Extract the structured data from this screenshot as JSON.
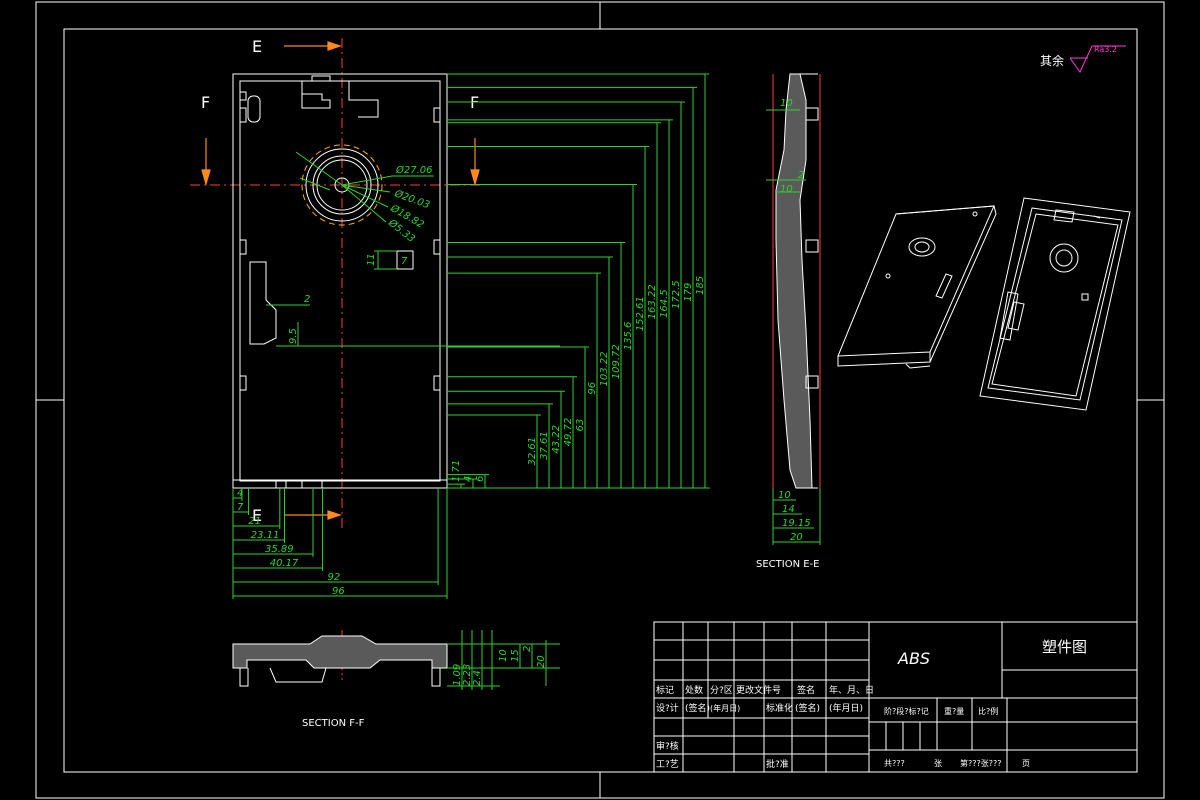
{
  "colors": {
    "background": "#000000",
    "outline": "#ffffff",
    "dimension": "#2bd42b",
    "center_line": "#ff3b3b",
    "section_arrow": "#ff8a1c",
    "roughness": "#ff3bd0"
  },
  "section_marks": {
    "e_top": "E",
    "e_bottom": "E",
    "f_left": "F",
    "f_right": "F"
  },
  "roughness": {
    "prefix": "其余",
    "value": "Ra3.2"
  },
  "front_view": {
    "circle_dims": [
      "Ø27.06",
      "Ø20.03",
      "Ø18.82",
      "Ø5.33"
    ],
    "slot_dims": [
      "11",
      "7"
    ],
    "small_dims": [
      "2",
      "9.5"
    ],
    "right_dims": [
      "185",
      "179",
      "172.5",
      "164.5",
      "163.22",
      "152.61",
      "135.6",
      "109.72",
      "103.22",
      "96",
      "63",
      "49.72",
      "43.22",
      "37.61",
      "32.61",
      "6",
      "4",
      "1.71"
    ],
    "bottom_dims": [
      "4",
      "7",
      "21",
      "23.11",
      "35.89",
      "40.17",
      "92",
      "96"
    ]
  },
  "section_be": {
    "label": "SECTION E-E",
    "dims_top": [
      "10",
      "2",
      "10"
    ],
    "dims_bottom": [
      "10",
      "14",
      "19.15",
      "20"
    ]
  },
  "section_ff": {
    "label": "SECTION F-F",
    "dims": [
      "1.09",
      "2.23",
      "2.4",
      "10",
      "15",
      "20",
      "2"
    ]
  },
  "title_block": {
    "material": "ABS",
    "drawing_name": "塑件图",
    "row_a": [
      "标记",
      "处数",
      "分?区",
      "更改文件号",
      "签名",
      "年、月、日"
    ],
    "row_b": [
      "设?计",
      "(签名)",
      "(年月日)",
      "标准化",
      "(签名)",
      "(年月日)"
    ],
    "row_c": [
      "审?核"
    ],
    "row_d": [
      "工?艺",
      "批?准"
    ],
    "right_labels": [
      "阶?段?标?记",
      "重?量",
      "比?例"
    ],
    "sheet": [
      "共???",
      "张",
      "第???张???",
      "页"
    ]
  }
}
